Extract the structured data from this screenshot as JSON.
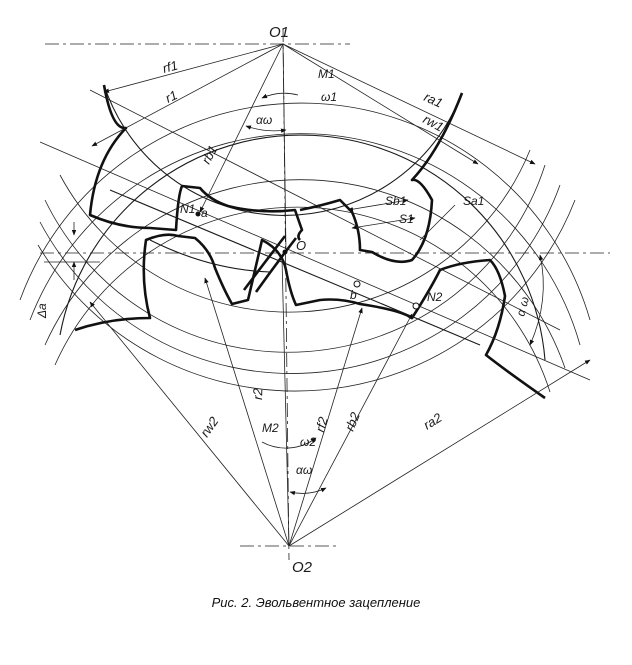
{
  "caption": "Рис. 2. Эвольвентное зацепление",
  "labels": {
    "o1": "O1",
    "o2": "O2",
    "o": "O",
    "n1": "N1",
    "n2": "N2",
    "a": "a",
    "b": "b",
    "m1": "M1",
    "omega1": "ω1",
    "m2": "M2",
    "omega2": "ω2",
    "rf1": "rf1",
    "r1": "r1",
    "rb1": "rb1",
    "ra1": "ra1",
    "rw1": "rw1",
    "alpha_w_top": "αω",
    "sb1": "Sb1",
    "s1": "S1",
    "sa1": "Sa1",
    "delta_a": "Δa",
    "alpha_w_right": "α ω",
    "r2": "r2",
    "rw2": "rw2",
    "rf2": "rf2",
    "rb2": "rb2",
    "ra2": "ra2",
    "alpha_w_bottom": "αω"
  }
}
